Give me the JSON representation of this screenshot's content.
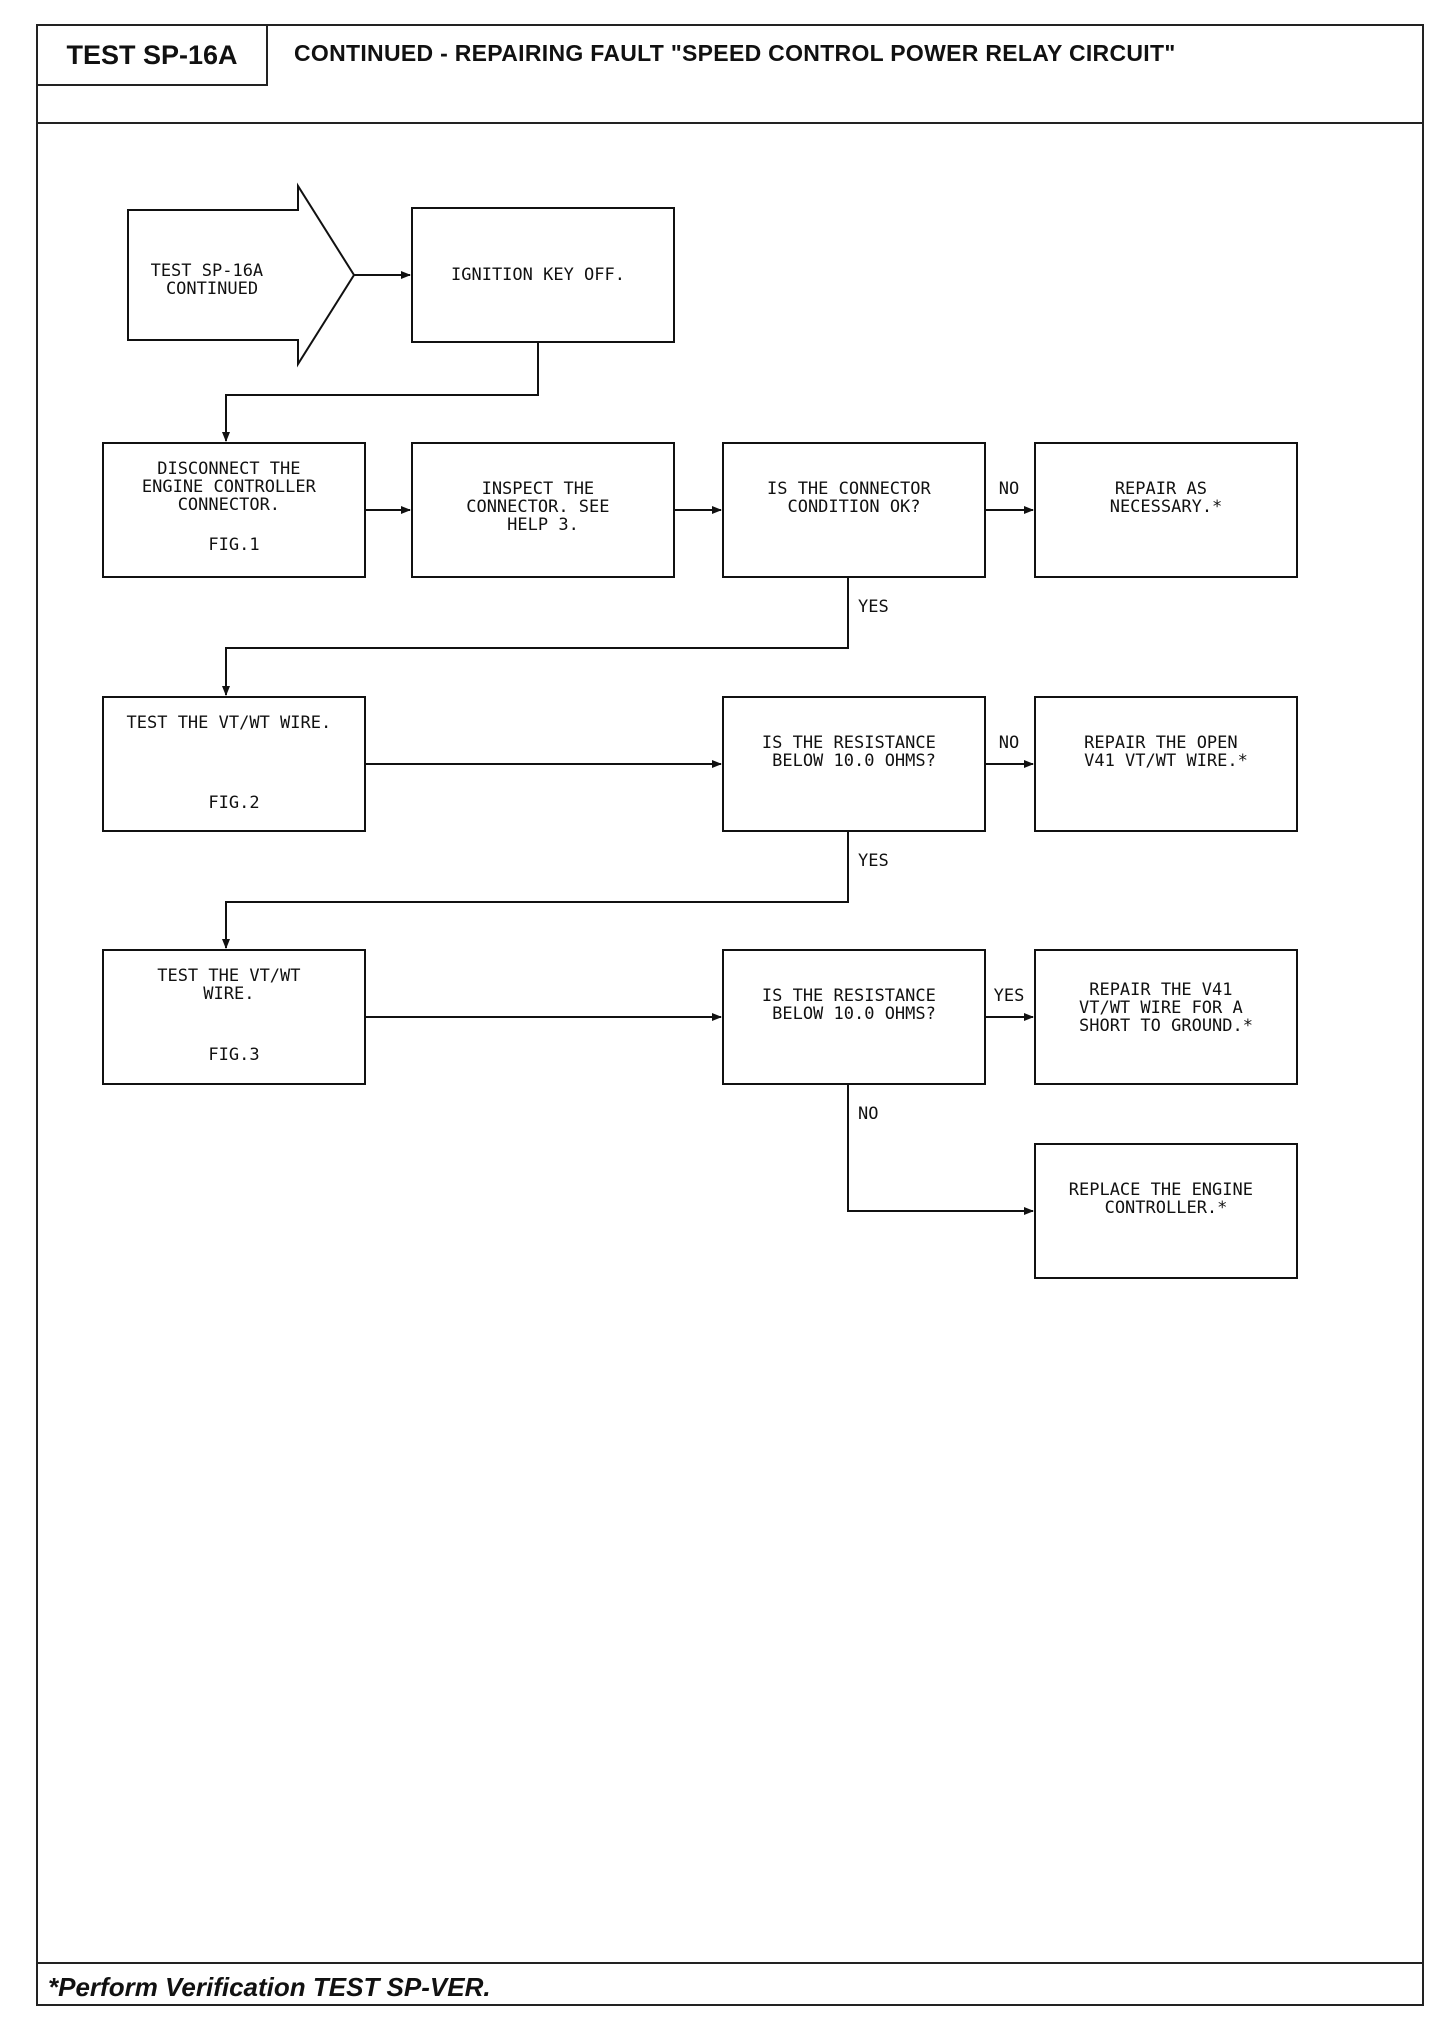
{
  "header": {
    "test_id": "TEST SP-16A",
    "title": "CONTINUED - REPAIRING FAULT \"SPEED CONTROL POWER RELAY CIRCUIT\""
  },
  "footer": {
    "note": "*Perform Verification TEST SP-VER."
  },
  "flowchart": {
    "start": [
      "TEST SP-16A",
      "CONTINUED"
    ],
    "ignition": [
      "IGNITION KEY OFF."
    ],
    "disconnect": [
      "DISCONNECT THE",
      "ENGINE CONTROLLER",
      "CONNECTOR.",
      "FIG.1"
    ],
    "inspect": [
      "INSPECT THE",
      "CONNECTOR. SEE",
      "HELP 3."
    ],
    "q_connector": [
      "IS THE CONNECTOR",
      "CONDITION OK?"
    ],
    "repair_as_needed": [
      "REPAIR AS",
      "NECESSARY.*"
    ],
    "test_wire_1": [
      "TEST THE VT/WT WIRE.",
      "FIG.2"
    ],
    "q_resistance_1": [
      "IS THE RESISTANCE",
      "BELOW 10.0 OHMS?"
    ],
    "repair_open": [
      "REPAIR THE OPEN",
      "V41 VT/WT WIRE.*"
    ],
    "test_wire_2": [
      "TEST THE VT/WT",
      "WIRE.",
      "FIG.3"
    ],
    "q_resistance_2": [
      "IS THE RESISTANCE",
      "BELOW 10.0 OHMS?"
    ],
    "repair_short": [
      "REPAIR THE V41",
      "VT/WT WIRE FOR A",
      "SHORT TO GROUND.*"
    ],
    "replace_controller": [
      "REPLACE THE ENGINE",
      "CONTROLLER.*"
    ],
    "labels": {
      "no_1": "NO",
      "yes_1": "YES",
      "no_2": "NO",
      "yes_2": "YES",
      "yes_3": "YES",
      "no_3": "NO"
    }
  }
}
